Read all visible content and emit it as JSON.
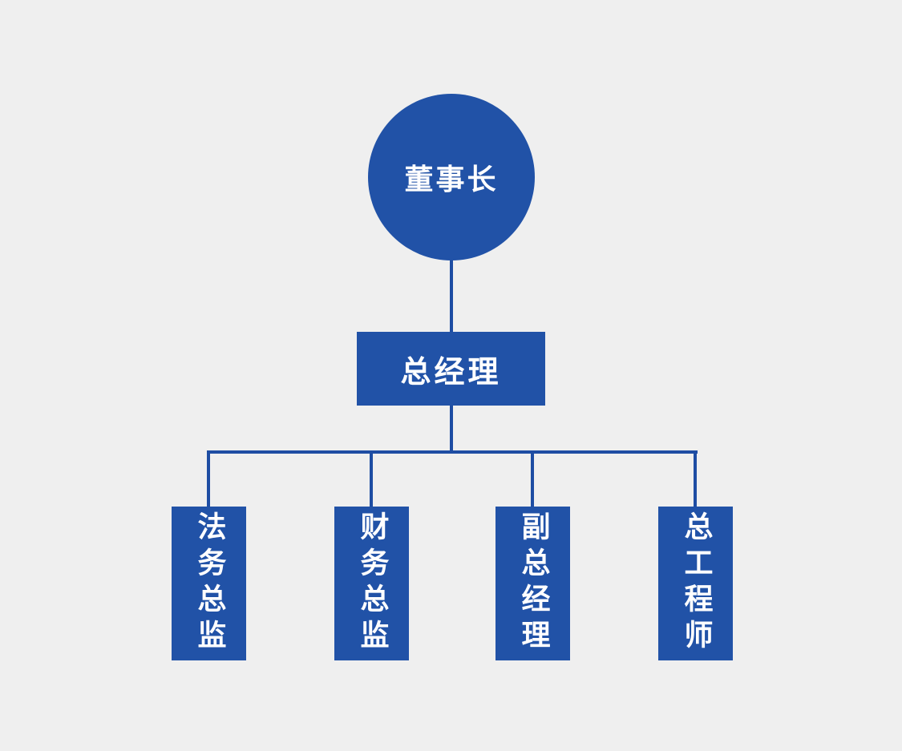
{
  "org_chart": {
    "chairman": {
      "label": "董事长",
      "shape": "circle"
    },
    "general_manager": {
      "label": "总经理",
      "shape": "rectangle"
    },
    "departments": [
      {
        "label": "法务总监"
      },
      {
        "label": "财务总监"
      },
      {
        "label": "副总经理"
      },
      {
        "label": "总工程师"
      }
    ]
  },
  "colors": {
    "background": "#EFEFEF",
    "node_fill": "#2152A7",
    "connector": "#1E4DA3",
    "text": "#FFFFFF"
  }
}
